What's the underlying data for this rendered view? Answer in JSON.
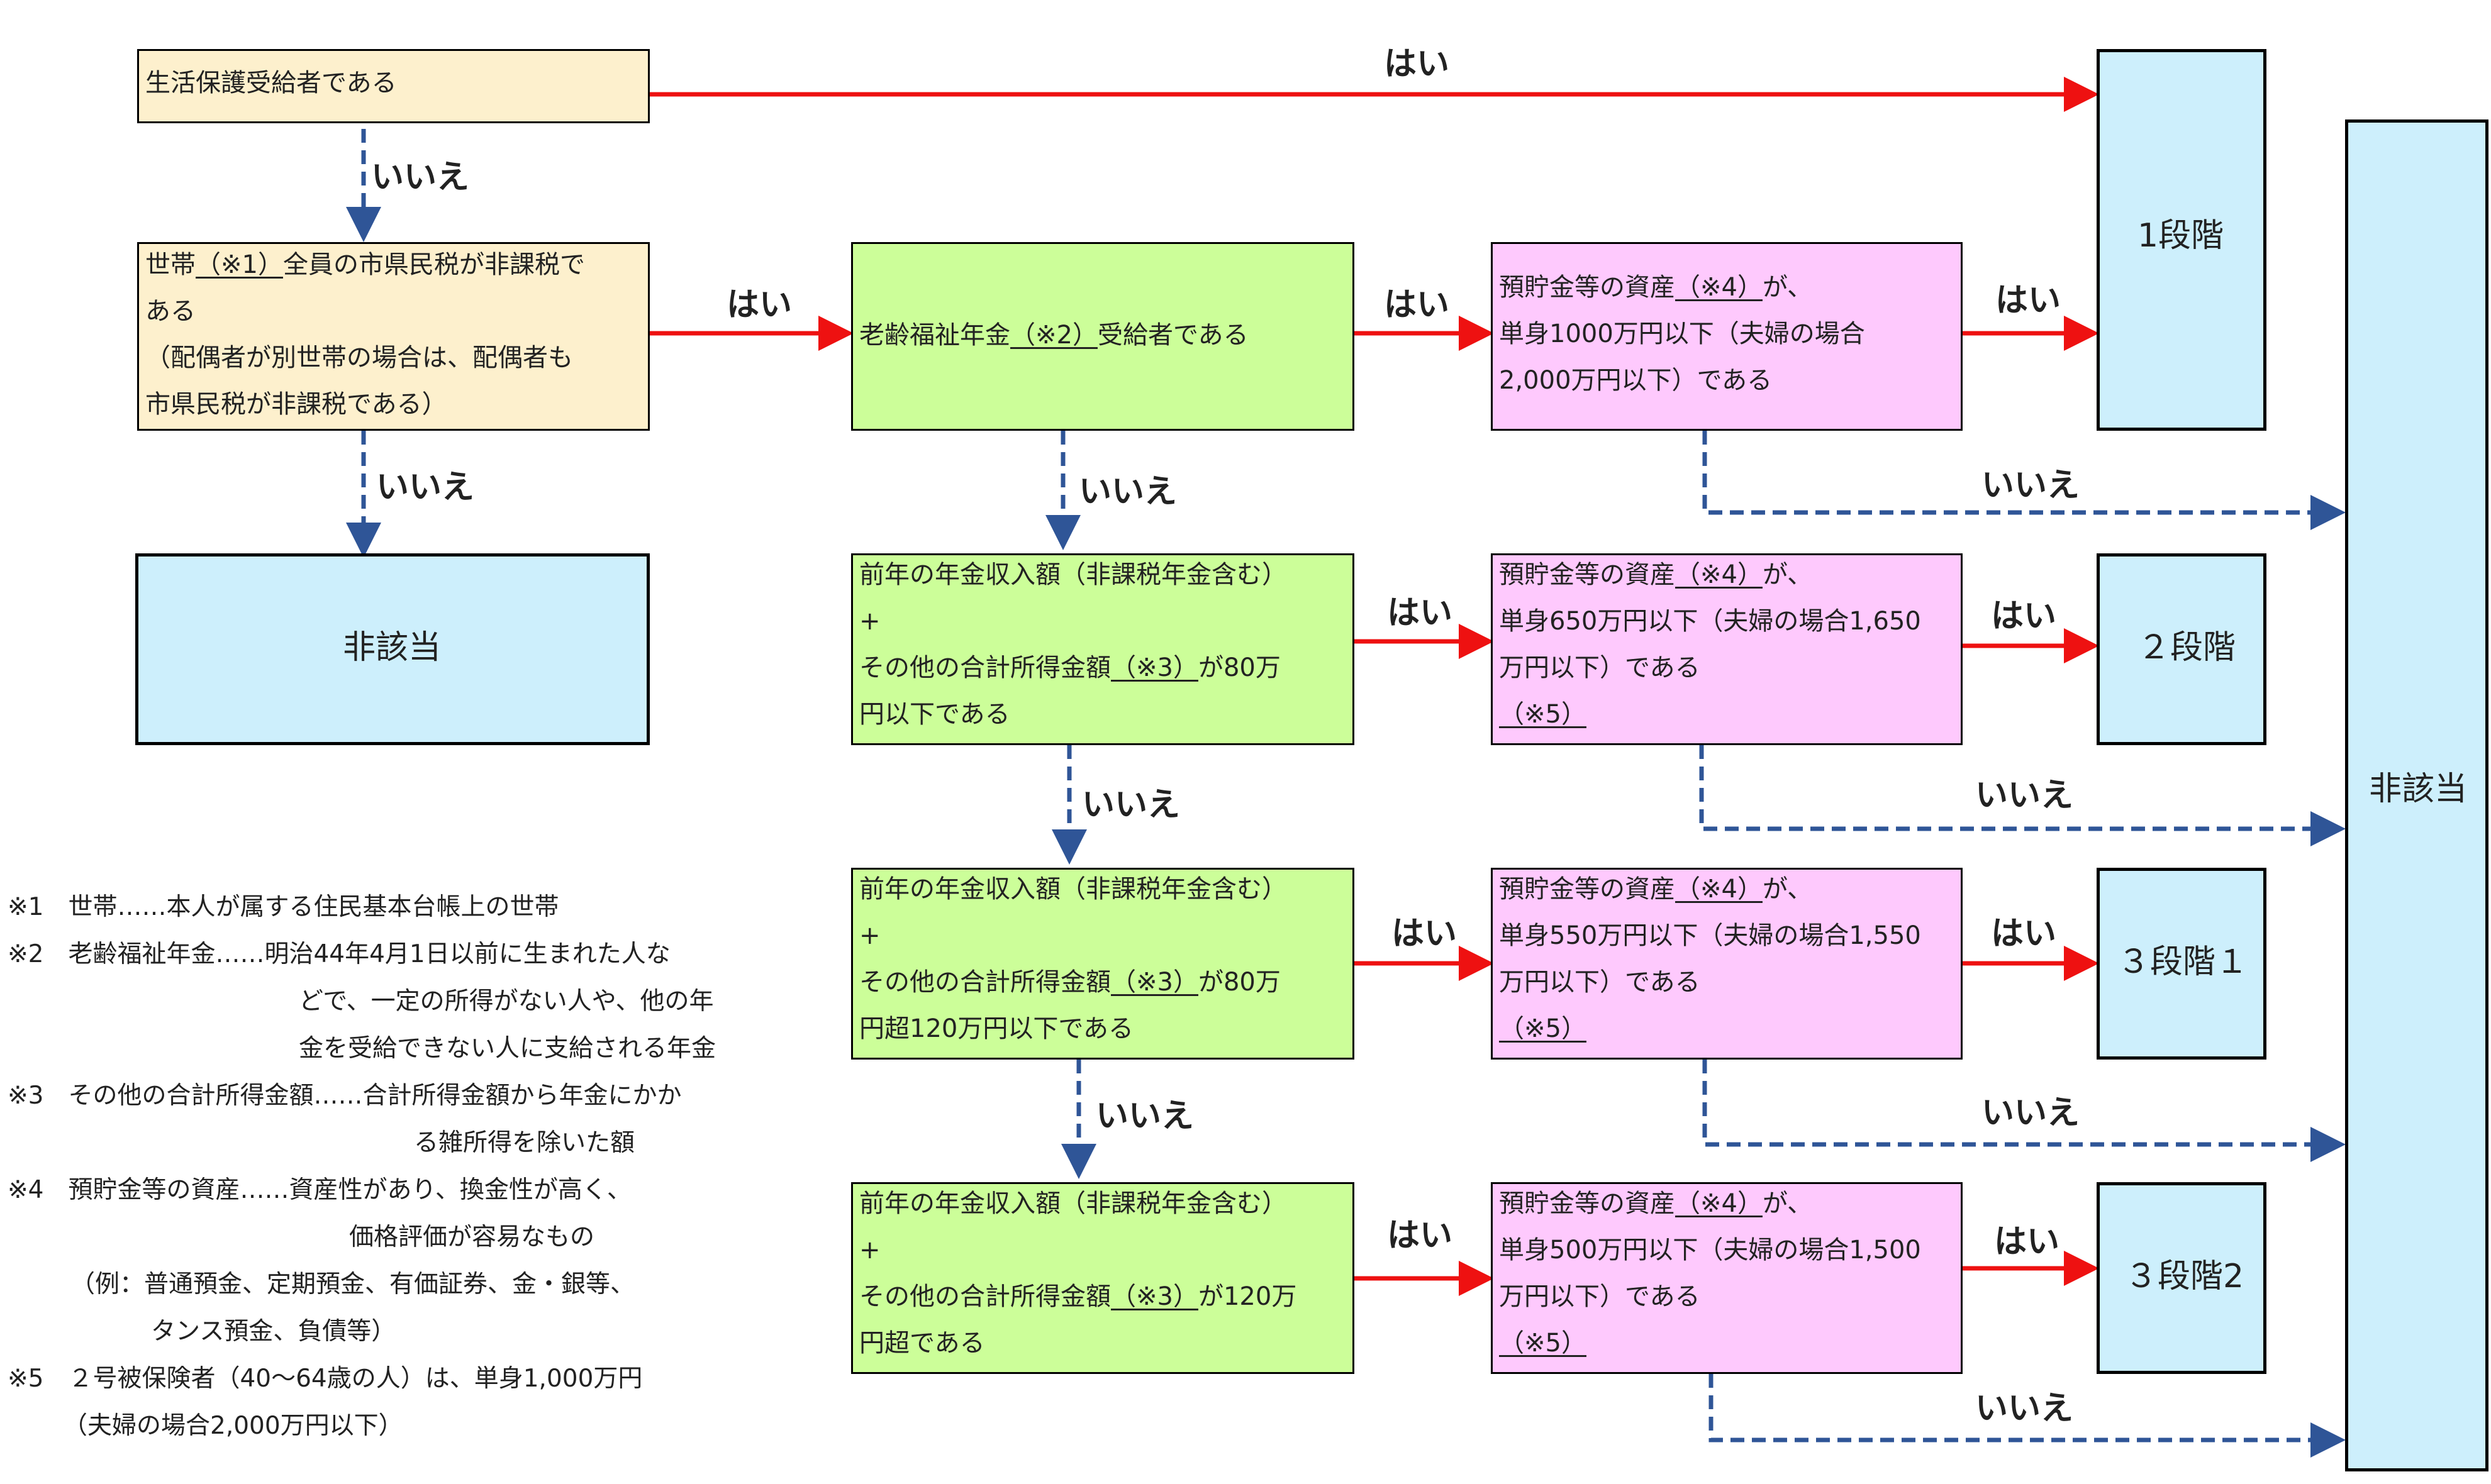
{
  "boxes": {
    "seikatsu": "生活保護受給者である",
    "setai": {
      "l1a": "世帯",
      "l1b": "（※1）",
      "l1c": "全員の市県民税が非課税で",
      "l2": "ある",
      "l3": "（配偶者が別世帯の場合は、配偶者も",
      "l4": "市県民税が非課税である）"
    },
    "hi_gaito_left": "非該当",
    "rourei": {
      "a": "老齢福祉年金",
      "b": "（※2）",
      "c": "受給者である"
    },
    "income80": {
      "l1": "前年の年金収入額（非課税年金含む）",
      "l2": "+",
      "l3a": "その他の合計所得金額",
      "l3b": "（※3）",
      "l3c": "が80万",
      "l4": "円以下である"
    },
    "income120": {
      "l1": "前年の年金収入額（非課税年金含む）",
      "l2": "+",
      "l3a": "その他の合計所得金額",
      "l3b": "（※3）",
      "l3c": "が80万",
      "l4": "円超120万円以下である"
    },
    "income_over": {
      "l1": "前年の年金収入額（非課税年金含む）",
      "l2": "+",
      "l3a": "その他の合計所得金額",
      "l3b": "（※3）",
      "l3c": "が120万",
      "l4": "円超である"
    },
    "asset1": {
      "l1a": "預貯金等の資産",
      "l1b": "（※4）",
      "l1c": "が、",
      "l2": "単身1000万円以下（夫婦の場合",
      "l3": "2,000万円以下）である"
    },
    "asset2": {
      "l1a": "預貯金等の資産",
      "l1b": "（※4）",
      "l1c": "が、",
      "l2": "単身650万円以下（夫婦の場合1,650",
      "l3": "万円以下）である",
      "l4": "（※5）"
    },
    "asset3": {
      "l1a": "預貯金等の資産",
      "l1b": "（※4）",
      "l1c": "が、",
      "l2": "単身550万円以下（夫婦の場合1,550",
      "l3": "万円以下）である",
      "l4": "（※5）"
    },
    "asset4": {
      "l1a": "預貯金等の資産",
      "l1b": "（※4）",
      "l1c": "が、",
      "l2": "単身500万円以下（夫婦の場合1,500",
      "l3": "万円以下）である",
      "l4": "（※5）"
    },
    "stage1": "1段階",
    "stage2": "２段階",
    "stage3_1": "３段階１",
    "stage3_2": "３段階2",
    "hi_gaito_right": "非該当"
  },
  "labels": {
    "yes": "はい",
    "no": "いいえ"
  },
  "notes": {
    "n1": "※1　世帯……本人が属する住民基本台帳上の世帯",
    "n2a": "※2　老齢福祉年金……明治44年4月1日以前に生まれた人な",
    "n2b": "どで、一定の所得がない人や、他の年",
    "n2c": "金を受給できない人に支給される年金",
    "n3a": "※3　その他の合計所得金額……合計所得金額から年金にかか",
    "n3b": "る雑所得を除いた額",
    "n4a": "※4　預貯金等の資産……資産性があり、換金性が高く、",
    "n4b": "価格評価が容易なもの",
    "n4c": "（例：普通預金、定期預金、有価証券、金・銀等、",
    "n4d": "タンス預金、負債等）",
    "n5a": "※5　２号被保険者（40～64歳の人）は、単身1,000万円",
    "n5b": "（夫婦の場合2,000万円以下）"
  },
  "colors": {
    "yes_arrow": "#ee1111",
    "no_arrow": "#2f5597",
    "tan": "#fdf0cd",
    "green": "#ccfe99",
    "pink": "#fec9fd",
    "blue": "#cdeffc"
  }
}
